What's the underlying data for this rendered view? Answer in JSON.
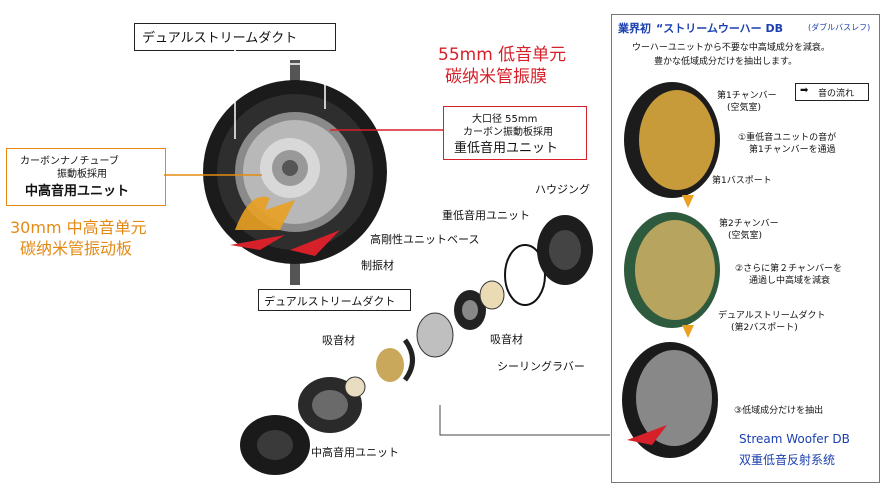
{
  "left": {
    "title_box": "デュアルストリームダクト",
    "cn_55mm_line1": "55mm 低音单元",
    "cn_55mm_line2": "碳纳米管振膜",
    "woofer_box_line1": "大口径 55mm",
    "woofer_box_line2": "カーボン振動板採用",
    "woofer_box_line3": "重低音用ユニット",
    "mid_box_line1": "カーボンナノチューブ",
    "mid_box_line2": "振動板採用",
    "mid_box_line3": "中高音用ユニット",
    "cn_30mm_line1": "30mm 中高音单元",
    "cn_30mm_line2": "碳纳米管振动板"
  },
  "exploded": {
    "housing": "ハウジング",
    "woofer_unit": "重低音用ユニット",
    "rigid_base": "高剛性ユニットベース",
    "damping": "制振材",
    "duct": "デュアルストリームダクト",
    "absorber_left": "吸音材",
    "absorber_right": "吸音材",
    "sealing": "シーリングラバー",
    "mid_unit": "中高音用ユニット"
  },
  "panel": {
    "title_prefix": "業界初",
    "title_main": "“ストリームウーハー DB",
    "title_sub": "(ダブルバスレフ)",
    "desc_line1": "ウーハーユニットから不要な中高域成分を減衰。",
    "desc_line2": "豊かな低域成分だけを抽出します。",
    "legend": "音の流れ",
    "chamber1": "第1チャンバー",
    "chamber1_sub": "(空気室)",
    "step1_line1": "①重低音ユニットの音が",
    "step1_line2": "第1チャンバーを通過",
    "port1": "第1バスポート",
    "chamber2": "第2チャンバー",
    "chamber2_sub": "(空気室)",
    "step2_line1": "②さらに第２チャンバーを",
    "step2_line2": "通過し中高域を減衰",
    "duct_line1": "デュアルストリームダクト",
    "duct_line2": "(第2バスポート)",
    "step3": "③低域成分だけを抽出",
    "en_caption": "Stream Woofer DB",
    "cn_caption": "双重低音反射系统"
  }
}
